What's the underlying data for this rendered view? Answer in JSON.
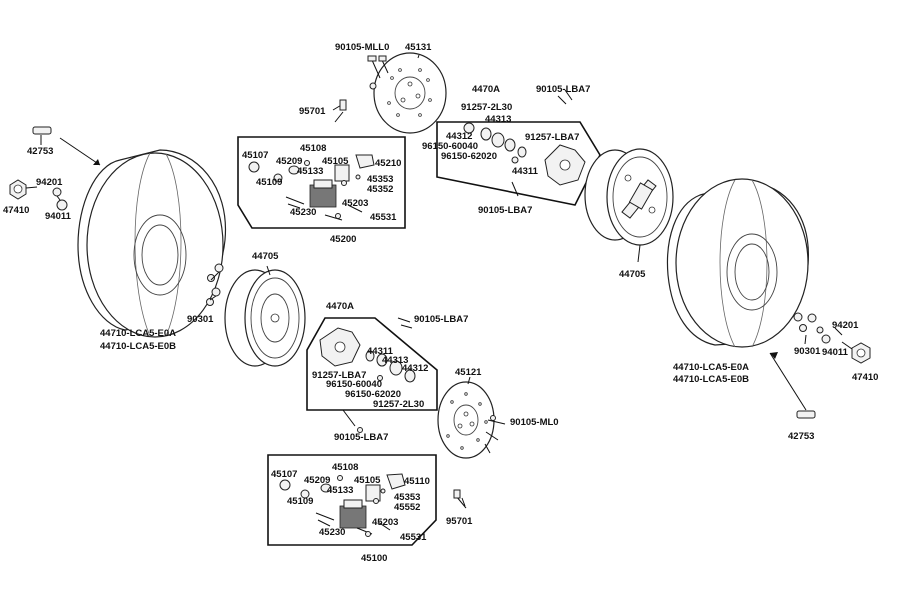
{
  "labels": {
    "tl_42753": "42753",
    "tl_94201": "94201",
    "tl_47410": "47410",
    "tl_94011": "94011",
    "tl_tire_a": "44710-LCA5-E0A",
    "tl_tire_b": "44710-LCA5-E0B",
    "tl_90301": "90301",
    "tl_44705": "44705",
    "rdisc_90105": "90105-MLL0",
    "rdisc_45131": "45131",
    "rdisc_95701": "95701",
    "rcal_45107": "45107",
    "rcal_45108": "45108",
    "rcal_45209": "45209",
    "rcal_45105": "45105",
    "rcal_45210": "45210",
    "rcal_45109": "45109",
    "rcal_45133": "45133",
    "rcal_45353": "45353",
    "rcal_45352": "45352",
    "rcal_45203": "45203",
    "rcal_45230": "45230",
    "rcal_45531": "45531",
    "rcal_group": "45200",
    "rhub_4470a": "4470A",
    "rhub_91257_2l30": "91257-2L30",
    "rhub_44313": "44313",
    "rhub_44312": "44312",
    "rhub_91257_lba7": "91257-LBA7",
    "rhub_96150_60040": "96150-60040",
    "rhub_96150_62020": "96150-62020",
    "rhub_44311": "44311",
    "rhub_90105_lba7_top": "90105-LBA7",
    "rhub_90105_lba7_bot": "90105-LBA7",
    "rrim_44705": "44705",
    "tr_tire_a": "44710-LCA5-E0A",
    "tr_tire_b": "44710-LCA5-E0B",
    "tr_94201": "94201",
    "tr_90301": "90301",
    "tr_94011": "94011",
    "tr_47410": "47410",
    "tr_42753": "42753",
    "lhub_4470a": "4470A",
    "lhub_90105_lba7": "90105-LBA7",
    "lhub_44311": "44311",
    "lhub_44313": "44313",
    "lhub_44312": "44312",
    "lhub_91257_lba7": "91257-LBA7",
    "lhub_96150_60040": "96150-60040",
    "lhub_96150_62020": "96150-62020",
    "lhub_91257_2l30": "91257-2L30",
    "lhub_90105_lba7_bot": "90105-LBA7",
    "ldisc_45121": "45121",
    "ldisc_90105_ml0": "90105-ML0",
    "lcal_45107": "45107",
    "lcal_45108": "45108",
    "lcal_45209": "45209",
    "lcal_45105": "45105",
    "lcal_45110": "45110",
    "lcal_45109": "45109",
    "lcal_45133": "45133",
    "lcal_45353": "45353",
    "lcal_45552": "45552",
    "lcal_45203": "45203",
    "lcal_45230": "45230",
    "lcal_45531": "45531",
    "lcal_group": "45100",
    "lcal_95701": "95701"
  }
}
